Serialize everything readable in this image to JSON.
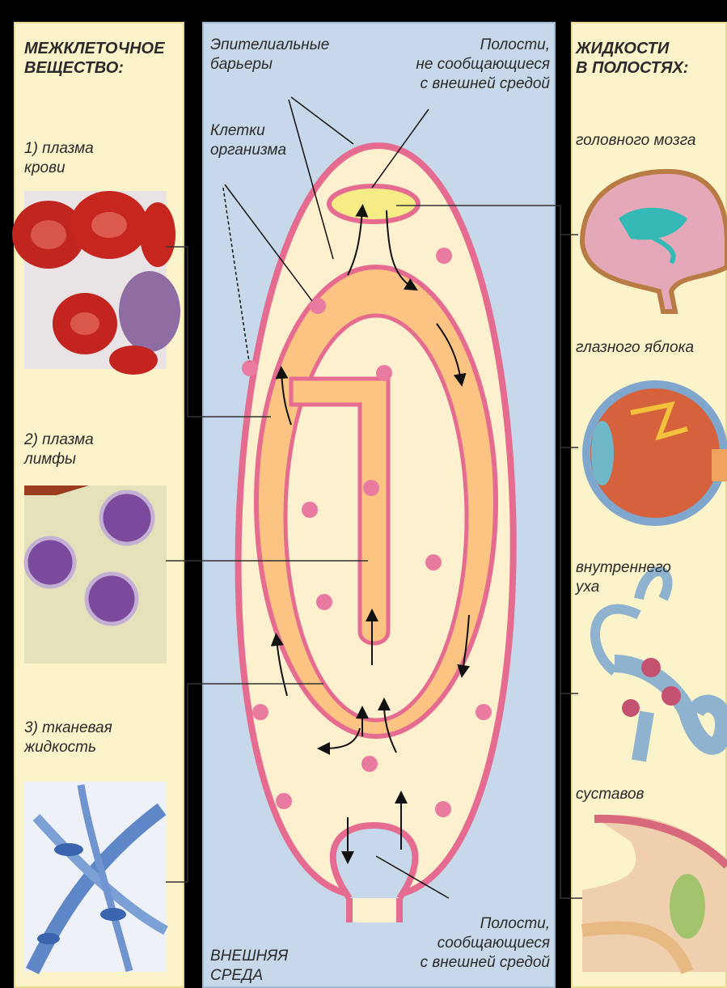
{
  "left": {
    "heading": "МЕЖКЛЕТОЧНОЕ\nВЕЩЕСТВО:",
    "item1": "1) плазма\nкрови",
    "item2": "2) плазма\nлимфы",
    "item3": "3) тканевая\nжидкость"
  },
  "center": {
    "epithelial_barriers": "Эпителиальные\nбарьеры",
    "closed_cavities": "Полости,\nне сообщающиеся\nс внешней средой",
    "body_cells": "Клетки\nорганизма",
    "open_cavities": "Полости,\nсообщающиеся\nс внешней средой",
    "external_env": "ВНЕШНЯЯ\nСРЕДА"
  },
  "right": {
    "heading": "ЖИДКОСТИ\nВ ПОЛОСТЯХ:",
    "brain": "головного мозга",
    "eye": "глазного яблока",
    "inner_ear": "внутреннего\nуха",
    "joints": "суставов"
  },
  "colors": {
    "membrane": "#e56b91",
    "vessel_fill": "#fbc483",
    "cell_dot": "#e97aa0",
    "cavity": "#f6ec86",
    "interstitial": "#fdf0cf"
  }
}
